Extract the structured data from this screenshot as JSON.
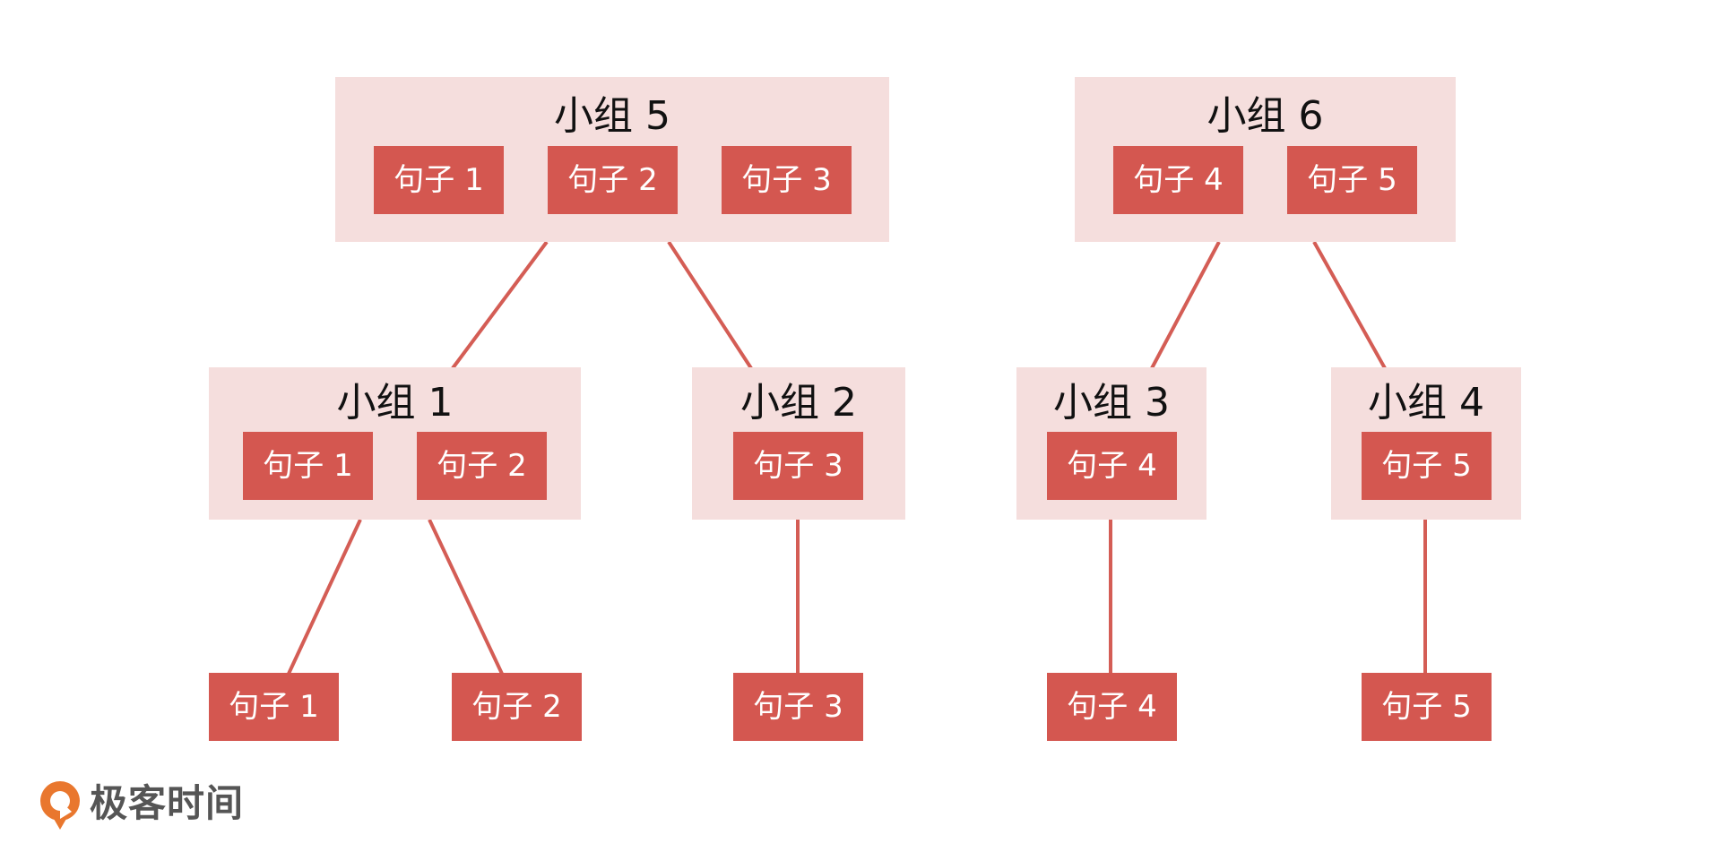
{
  "groups": [
    {
      "id": "g5",
      "title": "小组 5",
      "sentences": [
        "句子 1",
        "句子 2",
        "句子 3"
      ]
    },
    {
      "id": "g6",
      "title": "小组 6",
      "sentences": [
        "句子 4",
        "句子 5"
      ]
    },
    {
      "id": "g1",
      "title": "小组 1",
      "sentences": [
        "句子 1",
        "句子 2"
      ]
    },
    {
      "id": "g2",
      "title": "小组 2",
      "sentences": [
        "句子 3"
      ]
    },
    {
      "id": "g3",
      "title": "小组 3",
      "sentences": [
        "句子 4"
      ]
    },
    {
      "id": "g4",
      "title": "小组 4",
      "sentences": [
        "句子 5"
      ]
    }
  ],
  "leaves": [
    "句子 1",
    "句子 2",
    "句子 3",
    "句子 4",
    "句子 5"
  ],
  "logo": {
    "text": "极客时间",
    "icon": "geektime-logo-icon"
  },
  "colors": {
    "group_fill": "#f5dedd",
    "sentence_fill": "#d45750",
    "edge": "#d45d55",
    "sentence_text": "#ffffff",
    "logo_orange": "#e9772e"
  }
}
